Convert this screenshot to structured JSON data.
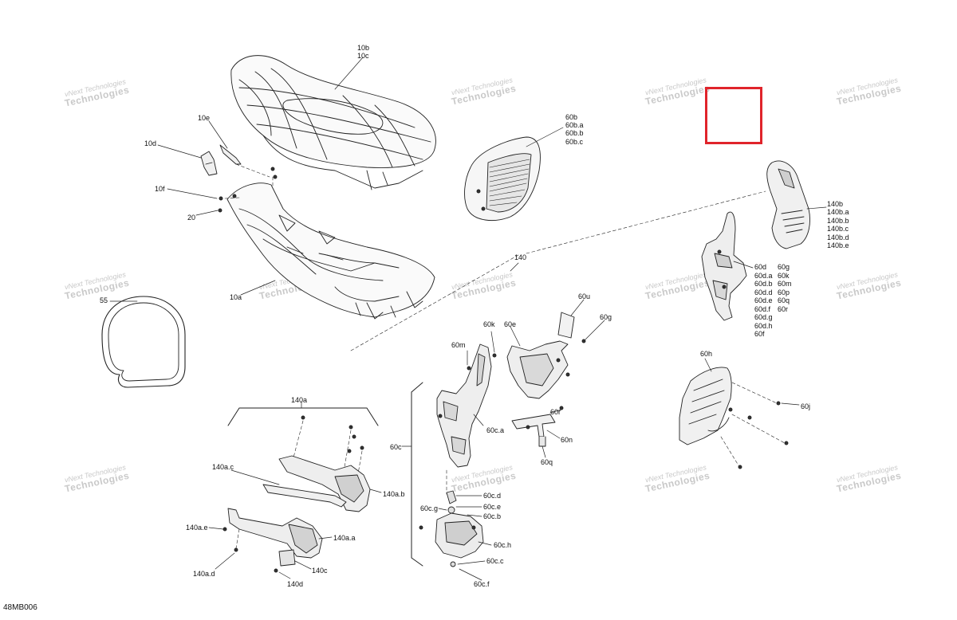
{
  "diagram_code": "48MB006",
  "watermark": {
    "line1": "vNext Technologies",
    "line2": "Technologies"
  },
  "labels": {
    "10b": "10b",
    "10c": "10c",
    "10e": "10e",
    "10d": "10d",
    "10f": "10f",
    "20": "20",
    "10a": "10a",
    "55": "55",
    "140": "140",
    "60b": "60b",
    "60ba": "60b.a",
    "60bb": "60b.b",
    "60bc": "60b.c",
    "140b": "140b",
    "140ba": "140b.a",
    "140bb": "140b.b",
    "140bc": "140b.c",
    "140bd": "140b.d",
    "140be": "140b.e",
    "60d": "60d",
    "60da": "60d.a",
    "60db": "60d.b",
    "60dd": "60d.d",
    "60de": "60d.e",
    "60df": "60d.f",
    "60dg": "60d.g",
    "60dh": "60d.h",
    "60f": "60f",
    "60g_r": "60g",
    "60k_r": "60k",
    "60m_r": "60m",
    "60p": "60p",
    "60q_r": "60q",
    "60r_r": "60r",
    "60u": "60u",
    "60g": "60g",
    "60k": "60k",
    "60e": "60e",
    "60m": "60m",
    "60ca": "60c.a",
    "60r": "60r",
    "60n": "60n",
    "60q": "60q",
    "60c": "60c",
    "60cd": "60c.d",
    "60ce": "60c.e",
    "60cg": "60c.g",
    "60cb": "60c.b",
    "60ch": "60c.h",
    "60cc": "60c.c",
    "60cf": "60c.f",
    "60h": "60h",
    "60j": "60j",
    "140a": "140a",
    "140ac": "140a.c",
    "140ab": "140a.b",
    "140ae": "140a.e",
    "140aa": "140a.a",
    "140c": "140c",
    "140ad": "140a.d",
    "140d": "140d"
  }
}
